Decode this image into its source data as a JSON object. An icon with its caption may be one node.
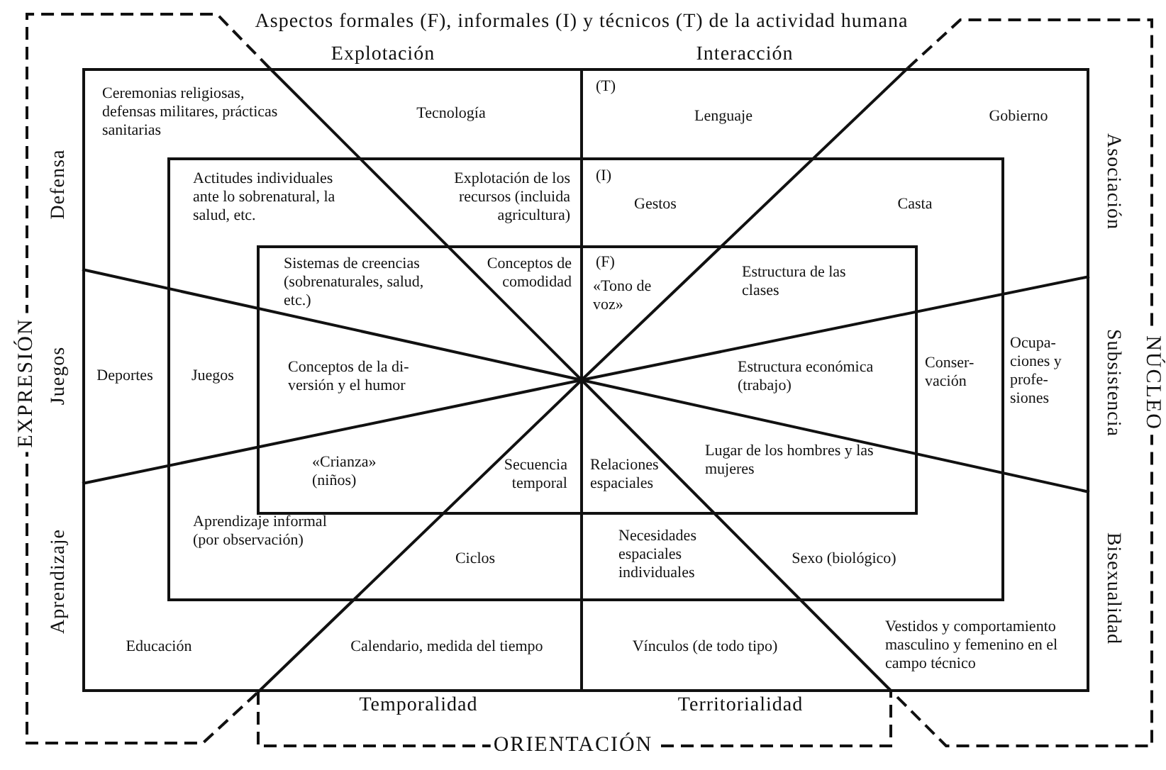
{
  "diagram": {
    "title": "Aspectos formales (F), informales (I) y técnicos (T) de la actividad humana",
    "nodes": [
      {
        "text": [
          "Ceremonias religiosas, defensas militares, prácticas sanitarias",
          "Tecnología",
          "(T)",
          "Lenguaje",
          "Gobierno",
          "Deportes",
          "Ocupa- ciones y profe- siones",
          "Educación",
          "Calendario, medida del tiempo",
          "Vínculos (de todo tipo)",
          "Vestidos y comportamiento masculino y femenino en el campo técnico"
        ]
      },
      {
        "text": [
          "Actitudes individuales ante lo sobrenatural, la salud, etc.",
          "Explotación de los recursos (incluida agricultura)",
          "(I)",
          "Gestos",
          "Casta",
          "Juegos",
          "Conser- vación",
          "Aprendizaje informal (por observación)",
          "Ciclos",
          "Necesidades espaciales individuales",
          "Sexo (biológico)"
        ],
        "in": 0
      },
      {
        "text": [
          "Sistemas de creencias (sobrenaturales, salud, etc.)",
          "Conceptos de comodidad",
          "(F)",
          "«Tono de voz»",
          "Estructura de las clases",
          "Conceptos de la di- versión y el humor",
          "Estructura económica (trabajo)",
          "«Crianza» (niños)",
          "Secuencia temporal",
          "Relaciones espaciales",
          "Lugar de los hombres y las mujeres"
        ],
        "in": 1
      }
    ],
    "labels": [
      "Explotación",
      "Interacción",
      "Defensa",
      "Asociación",
      "EXPRESIÓN",
      "Juegos",
      "Subsistencia",
      "NÚCLEO",
      "Aprendizaje",
      "Bisexualidad",
      "Temporalidad",
      "Territorialidad",
      "ORIENTACIÓN"
    ]
  }
}
